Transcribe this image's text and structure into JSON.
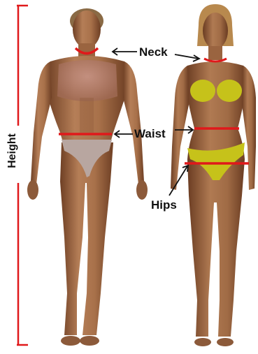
{
  "labels": {
    "height": "Height",
    "neck": "Neck",
    "waist": "Waist",
    "hips": "Hips"
  },
  "colors": {
    "measure_line": "#e0191b",
    "bracket": "#e0191b",
    "skin": "#a8714a",
    "skin_shadow": "#7a4a2c",
    "male_underwear": "#b8a6a0",
    "female_bikini": "#c6c21a",
    "hair_male": "#8a6a45",
    "hair_female": "#b8894e",
    "text": "#111111"
  }
}
